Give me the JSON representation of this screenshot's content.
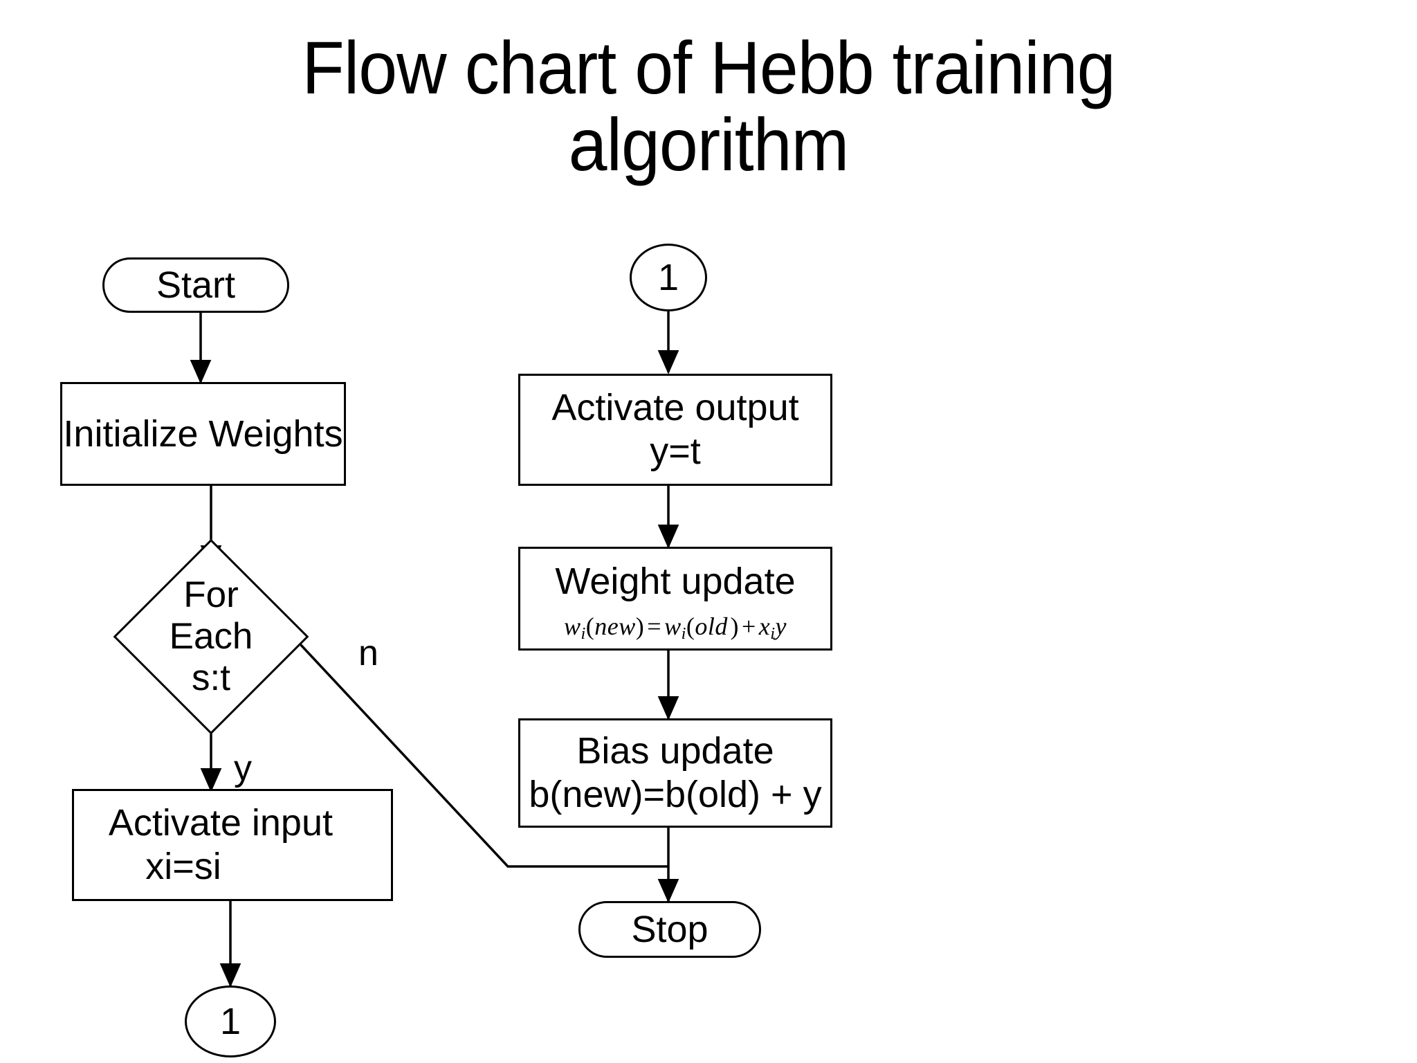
{
  "slide": {
    "title": "Flow chart of Hebb training\nalgorithm",
    "background_color": "#ffffff",
    "ink_color": "#000000"
  },
  "flowchart": {
    "type": "flowchart",
    "nodes": [
      {
        "id": "start",
        "shape": "terminator",
        "label": "Start"
      },
      {
        "id": "init_weights",
        "shape": "process",
        "label": "Initialize Weights"
      },
      {
        "id": "for_each",
        "shape": "decision",
        "label": "For\nEach\ns:t"
      },
      {
        "id": "activate_input",
        "shape": "process",
        "line1": "Activate input",
        "line2": "xi=si"
      },
      {
        "id": "connector_out",
        "shape": "connector",
        "label": "1"
      },
      {
        "id": "connector_in",
        "shape": "connector",
        "label": "1"
      },
      {
        "id": "activate_output",
        "shape": "process",
        "line1": "Activate output",
        "line2": "y=t"
      },
      {
        "id": "weight_update",
        "shape": "process",
        "line1": "Weight update",
        "formula": {
          "lhs_var": "w",
          "lhs_sub": "i",
          "lhs_arg": "new",
          "eq": "=",
          "rhs_var": "w",
          "rhs_sub": "i",
          "rhs_arg": "old",
          "plus": "+",
          "term_var": "x",
          "term_sub": "i",
          "term_var2": "y",
          "plain": "wi(new) = wi(old) + xiy"
        }
      },
      {
        "id": "bias_update",
        "shape": "process",
        "line1": "Bias update",
        "line2": "b(new)=b(old) + y"
      },
      {
        "id": "stop",
        "shape": "terminator",
        "label": "Stop"
      }
    ],
    "edge_labels": {
      "yes": "y",
      "no": "n"
    },
    "edges": [
      {
        "from": "start",
        "to": "init_weights",
        "label": ""
      },
      {
        "from": "init_weights",
        "to": "for_each",
        "label": ""
      },
      {
        "from": "for_each",
        "to": "activate_input",
        "label": "y"
      },
      {
        "from": "for_each",
        "to": "stop",
        "label": "n"
      },
      {
        "from": "activate_input",
        "to": "connector_out",
        "label": ""
      },
      {
        "from": "connector_in",
        "to": "activate_output",
        "label": ""
      },
      {
        "from": "activate_output",
        "to": "weight_update",
        "label": ""
      },
      {
        "from": "weight_update",
        "to": "bias_update",
        "label": ""
      },
      {
        "from": "bias_update",
        "to": "stop",
        "label": ""
      }
    ]
  }
}
